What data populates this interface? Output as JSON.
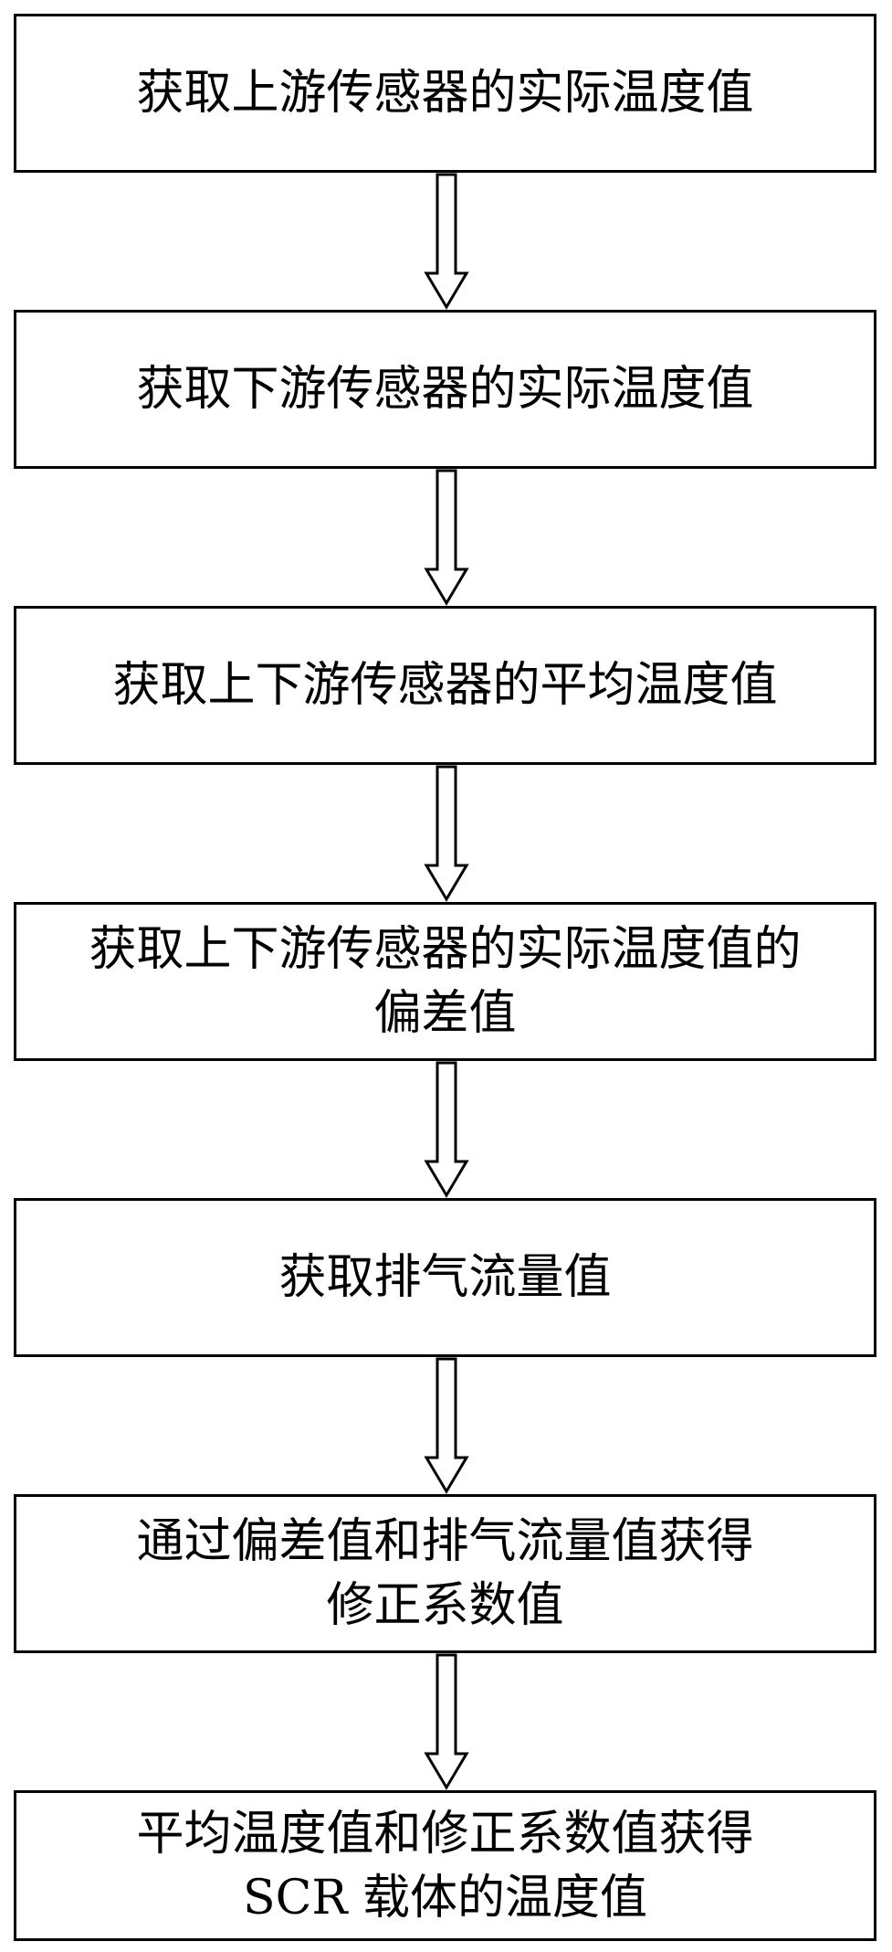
{
  "steps": [
    {
      "lines": [
        "获取上游传感器的实际温度值"
      ]
    },
    {
      "lines": [
        "获取下游传感器的实际温度值"
      ]
    },
    {
      "lines": [
        "获取上下游传感器的平均温度值"
      ]
    },
    {
      "lines": [
        "获取上下游传感器的实际温度值的",
        "偏差值"
      ]
    },
    {
      "lines": [
        "获取排气流量值"
      ]
    },
    {
      "lines": [
        "通过偏差值和排气流量值获得",
        "修正系数值"
      ]
    },
    {
      "lines": [
        "平均温度值和修正系数值获得",
        "SCR 载体的温度值"
      ]
    }
  ],
  "colors": {
    "stroke": "#000000",
    "background": "#ffffff"
  }
}
